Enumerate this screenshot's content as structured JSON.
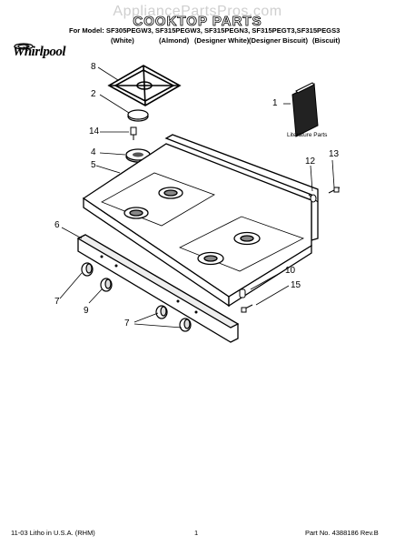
{
  "watermark": "AppliancePartsPros.com",
  "title": "COOKTOP PARTS",
  "models_line": "For Model: SF305PEGW3, SF315PEGW3, SF315PEGN3, SF315PEGT3,SF315PEGS3",
  "colors": [
    "(White)",
    "(Almond)",
    "(Designer White)",
    "(Designer Biscuit)",
    "(Biscuit)"
  ],
  "brand": "Whirlpool",
  "literature_label": "Literature Parts",
  "callouts": [
    "1",
    "2",
    "4",
    "5",
    "6",
    "7",
    "8",
    "9",
    "10",
    "12",
    "13",
    "14",
    "15",
    "7"
  ],
  "footer": {
    "left": "11-03 Litho in U.S.A. (RHM)",
    "center": "1",
    "right": "Part No. 4388186 Rev.B"
  }
}
